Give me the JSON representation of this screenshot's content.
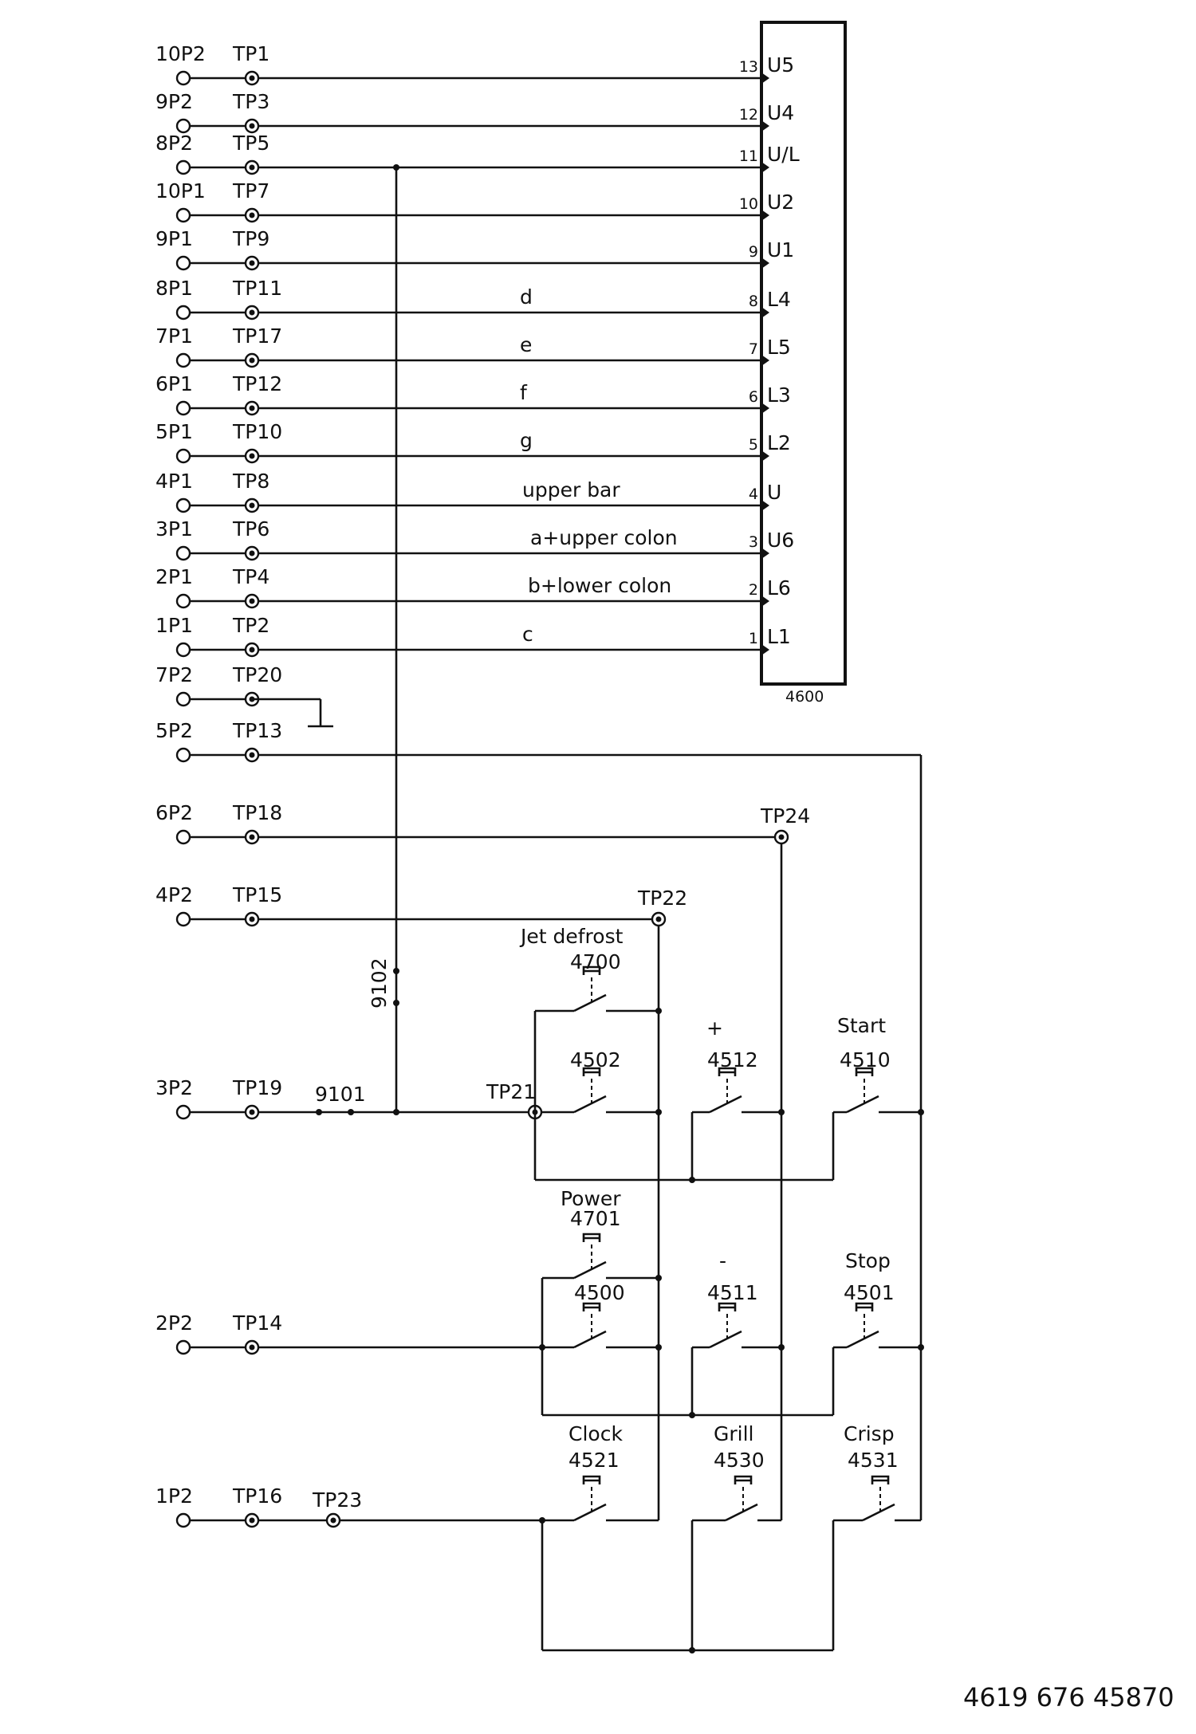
{
  "ic": {
    "name": "4600"
  },
  "document_number": "4619 676 45870",
  "ic_rows": [
    {
      "conn": "10P2",
      "tp": "TP1",
      "pin": "13",
      "port": "U5",
      "signal": ""
    },
    {
      "conn": "9P2",
      "tp": "TP3",
      "pin": "12",
      "port": "U4",
      "signal": ""
    },
    {
      "conn": "8P2",
      "tp": "TP5",
      "pin": "11",
      "port": "U/L",
      "signal": ""
    },
    {
      "conn": "10P1",
      "tp": "TP7",
      "pin": "10",
      "port": "U2",
      "signal": ""
    },
    {
      "conn": "9P1",
      "tp": "TP9",
      "pin": "9",
      "port": "U1",
      "signal": ""
    },
    {
      "conn": "8P1",
      "tp": "TP11",
      "pin": "8",
      "port": "L4",
      "signal": "d"
    },
    {
      "conn": "7P1",
      "tp": "TP17",
      "pin": "7",
      "port": "L5",
      "signal": "e"
    },
    {
      "conn": "6P1",
      "tp": "TP12",
      "pin": "6",
      "port": "L3",
      "signal": "f"
    },
    {
      "conn": "5P1",
      "tp": "TP10",
      "pin": "5",
      "port": "L2",
      "signal": "g"
    },
    {
      "conn": "4P1",
      "tp": "TP8",
      "pin": "4",
      "port": "U",
      "signal": "upper bar"
    },
    {
      "conn": "3P1",
      "tp": "TP6",
      "pin": "3",
      "port": "U6",
      "signal": "a+upper colon"
    },
    {
      "conn": "2P1",
      "tp": "TP4",
      "pin": "2",
      "port": "L6",
      "signal": "b+lower colon"
    },
    {
      "conn": "1P1",
      "tp": "TP2",
      "pin": "1",
      "port": "L1",
      "signal": "c"
    }
  ],
  "lower_rows": [
    {
      "conn": "7P2",
      "tp": "TP20"
    },
    {
      "conn": "5P2",
      "tp": "TP13"
    },
    {
      "conn": "6P2",
      "tp": "TP18"
    },
    {
      "conn": "4P2",
      "tp": "TP15"
    },
    {
      "conn": "3P2",
      "tp": "TP19"
    },
    {
      "conn": "2P2",
      "tp": "TP14"
    },
    {
      "conn": "1P2",
      "tp": "TP16"
    }
  ],
  "test_points": {
    "tp24": "TP24",
    "tp22": "TP22",
    "tp21": "TP21",
    "tp23": "TP23"
  },
  "jumpers": {
    "j9101": "9101",
    "j9102": "9102"
  },
  "switches": [
    {
      "ref": "4700",
      "label": "Jet defrost"
    },
    {
      "ref": "4502",
      "label": ""
    },
    {
      "ref": "4512",
      "label": "+"
    },
    {
      "ref": "4510",
      "label": "Start"
    },
    {
      "ref": "4701",
      "label": "Power"
    },
    {
      "ref": "4500",
      "label": ""
    },
    {
      "ref": "4511",
      "label": "-"
    },
    {
      "ref": "4501",
      "label": "Stop"
    },
    {
      "ref": "4521",
      "label": "Clock"
    },
    {
      "ref": "4530",
      "label": "Grill"
    },
    {
      "ref": "4531",
      "label": "Crisp"
    }
  ]
}
